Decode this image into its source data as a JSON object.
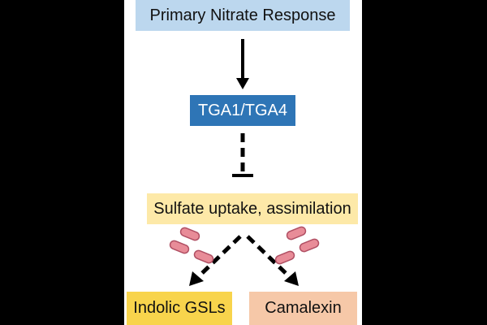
{
  "nodes": {
    "nitrate": {
      "label": "Primary Nitrate Response",
      "color": "#bcd7ee"
    },
    "tga": {
      "label": "TGA1/TGA4",
      "color": "#2e75b6"
    },
    "sulfate": {
      "label": "Sulfate uptake, assimilation",
      "color": "#fde9a8"
    },
    "gsl": {
      "label": "Indolic GSLs",
      "color": "#f8d44c"
    },
    "camalexin": {
      "label": "Camalexin",
      "color": "#f6c8a8"
    }
  },
  "colors": {
    "arrow": "#000000",
    "bacteria_fill": "#e88c98",
    "bacteria_stroke": "#b04f63"
  },
  "icons": {
    "bacteria_left": "bacteria-icon",
    "bacteria_right": "bacteria-icon"
  }
}
